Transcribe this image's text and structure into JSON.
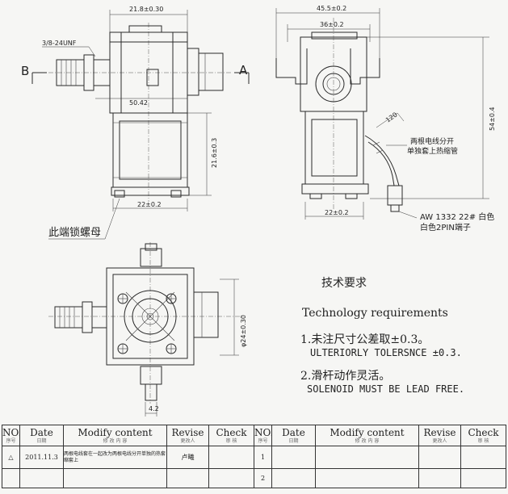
{
  "dimensions": {
    "top_width": "21.8±0.30",
    "thread": "3/8-24UNF",
    "label_b": "B",
    "label_a": "A",
    "inner_width": "50.42",
    "side_height": "21.6±0.3",
    "base_width_left": "22±0.2",
    "overall_width": "45.5±0.2",
    "inner_spacing": "36±0.2",
    "overall_height": "54±0.4",
    "wire_length": "120",
    "base_width_right": "22±0.2",
    "diameter": "φ24±0.30",
    "bottom_offset": "4.2"
  },
  "annotations": {
    "lock_nut": "此端锁螺母",
    "wire_note_line1": "两根电线分开",
    "wire_note_line2": "单独套上热缩管",
    "wire_spec_line1": "AW 1332 22# 白色",
    "wire_spec_line2": "白色2PIN端子"
  },
  "requirements": {
    "title": "技术要求",
    "title_en": "Technology  requirements",
    "item1": "1.未注尺寸公差取±0.3。",
    "item1_en": "ULTERIORLY TOLERSNCE ±0.3.",
    "item2": "2.滑杆动作灵活。",
    "item2_en": "SOLENOID MUST BE LEAD FREE."
  },
  "revision_table": {
    "headers": [
      {
        "en": "NO.",
        "cn": "序号"
      },
      {
        "en": "Date",
        "cn": "日期"
      },
      {
        "en": "Modify content",
        "cn": "修 改 内 容"
      },
      {
        "en": "Revise",
        "cn": "更改人"
      },
      {
        "en": "Check",
        "cn": "审 核"
      },
      {
        "en": "NO.",
        "cn": "序号"
      },
      {
        "en": "Date",
        "cn": "日期"
      },
      {
        "en": "Modify content",
        "cn": "修 改 内 容"
      },
      {
        "en": "Revise",
        "cn": "更改人"
      },
      {
        "en": "Check",
        "cn": "审 核"
      }
    ],
    "rows": [
      {
        "no": "△",
        "date": "2011.11.3",
        "content": "两根电线套在一起改为两根电线分开单独的热套缩套上",
        "revise": "卢曦",
        "check": "",
        "no2": "1",
        "date2": "",
        "content2": "",
        "revise2": "",
        "check2": ""
      },
      {
        "no": "",
        "date": "",
        "content": "",
        "revise": "",
        "check": "",
        "no2": "2",
        "date2": "",
        "content2": "",
        "revise2": "",
        "check2": ""
      }
    ]
  }
}
